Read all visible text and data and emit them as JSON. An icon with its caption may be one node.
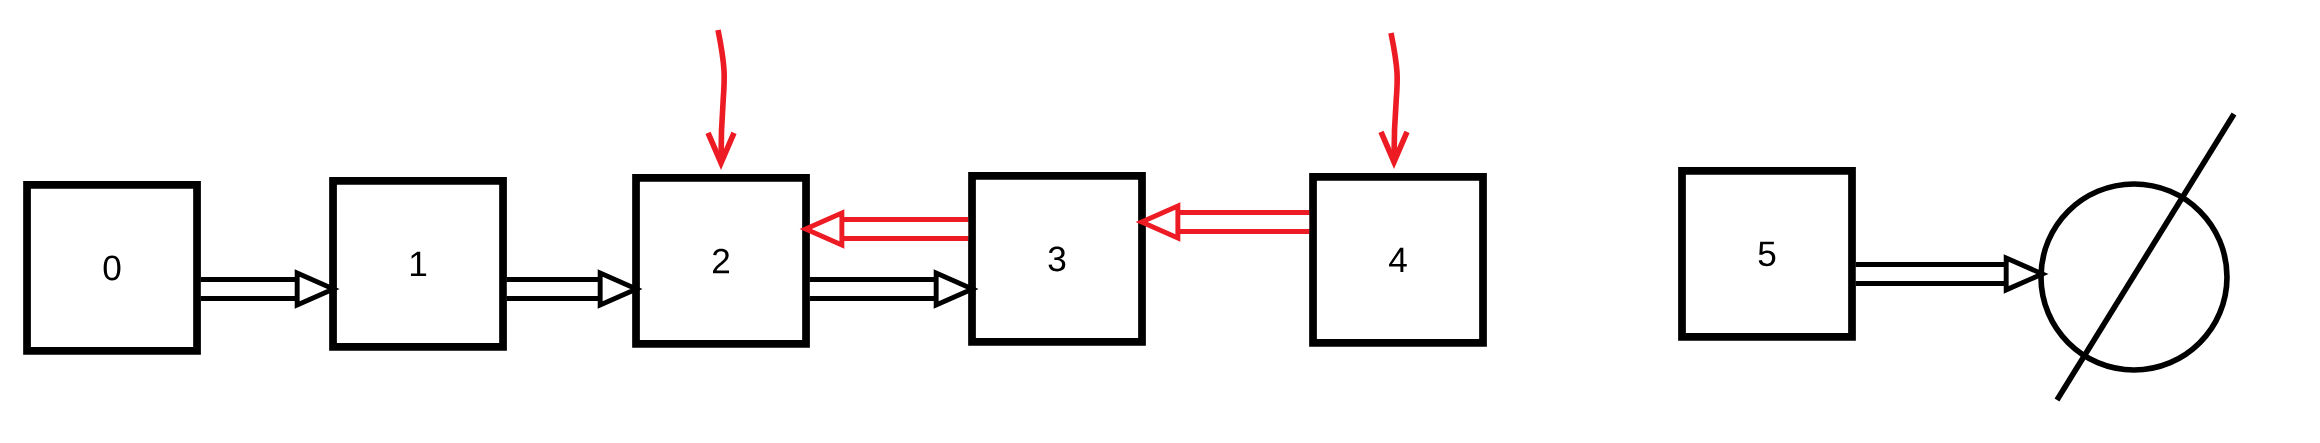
{
  "diagram": {
    "nodes": [
      {
        "text": [
          "0"
        ]
      },
      {
        "text": [
          "1"
        ]
      },
      {
        "text": [
          "2"
        ]
      },
      {
        "text": [
          "3"
        ]
      },
      {
        "text": [
          "4"
        ]
      },
      {
        "text": [
          "5"
        ]
      },
      {
        "text": [],
        "shape": "circle"
      }
    ],
    "edges": [
      {
        "from": 0,
        "to": 1,
        "arrow": "to",
        "color": "#000000"
      },
      {
        "from": 1,
        "to": 2,
        "arrow": "to",
        "color": "#000000"
      },
      {
        "from": 2,
        "to": 3,
        "arrow": "to",
        "color": "#000000"
      },
      {
        "from": 3,
        "to": 2,
        "arrow": "to",
        "color": "#ed1c24"
      },
      {
        "from": 4,
        "to": 3,
        "arrow": "to",
        "color": "#ed1c24"
      },
      {
        "from": 5,
        "to": 6,
        "arrow": "to",
        "color": "#000000"
      },
      {
        "from": null,
        "to": 2,
        "arrow": "to",
        "color": "#ed1c24"
      },
      {
        "from": null,
        "to": 4,
        "arrow": "to",
        "color": "#ed1c24"
      }
    ]
  }
}
